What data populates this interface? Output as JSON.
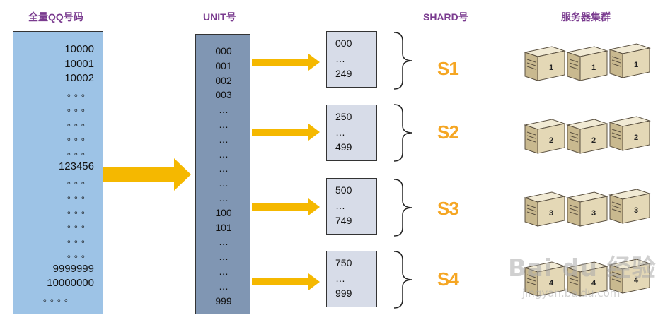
{
  "headers": {
    "qq": "全量QQ号码",
    "unit": "UNIT号",
    "shard": "SHARD号",
    "servers": "服务器集群"
  },
  "qq_column": [
    "10000",
    "10001",
    "10002",
    "。。。",
    "。。。",
    "。。。",
    "。。。",
    "。。。",
    "123456",
    "。。。",
    "。。。",
    "。。。",
    "。。。",
    "。。。",
    "。。。",
    "9999999",
    "10000000",
    "。。。。"
  ],
  "unit_column": [
    "000",
    "001",
    "002",
    "003",
    "…",
    "…",
    "…",
    "…",
    "…",
    "…",
    "…",
    "100",
    "101",
    "…",
    "…",
    "…",
    "…",
    "999"
  ],
  "shard_boxes": [
    {
      "top": "000",
      "mid": "…",
      "bottom": "249"
    },
    {
      "top": "250",
      "mid": "…",
      "bottom": "499"
    },
    {
      "top": "500",
      "mid": "…",
      "bottom": "749"
    },
    {
      "top": "750",
      "mid": "…",
      "bottom": "999"
    }
  ],
  "shard_labels": [
    "S1",
    "S2",
    "S3",
    "S4"
  ],
  "server_numbers": [
    "1",
    "2",
    "3",
    "4"
  ],
  "watermark": {
    "logo": "Bai du 经验",
    "url": "jingyan.baidu.com"
  },
  "colors": {
    "header": "#7a3b8f",
    "qq_fill": "#9dc3e6",
    "unit_fill": "#8096b3",
    "shard_box_fill": "#d7dce8",
    "arrow": "#f5b800",
    "shard_label": "#f5a623"
  }
}
